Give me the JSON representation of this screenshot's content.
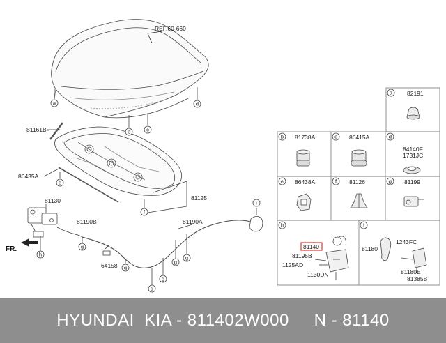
{
  "diagram": {
    "ref_label": "REF.60-660",
    "front_label": "FR.",
    "highlight_color": "#e0392b",
    "callouts": {
      "a": "a",
      "b": "b",
      "c": "c",
      "d": "d",
      "e": "e",
      "f": "f",
      "g": "g",
      "h": "h",
      "i": "i"
    },
    "part_labels": {
      "p81161B": "81161B",
      "p86435A": "86435A",
      "p81125": "81125",
      "p81130": "81130",
      "p81190B": "81190B",
      "p81190A": "81190A",
      "p64158": "64158"
    },
    "cells": {
      "a": {
        "letter": "a",
        "parts": [
          "82191"
        ]
      },
      "b": {
        "letter": "b",
        "parts": [
          "81738A"
        ]
      },
      "c": {
        "letter": "c",
        "parts": [
          "86415A"
        ]
      },
      "d": {
        "letter": "d",
        "parts": [
          "84140F",
          "1731JC"
        ]
      },
      "e": {
        "letter": "e",
        "parts": [
          "86438A"
        ]
      },
      "f": {
        "letter": "f",
        "parts": [
          "81126"
        ]
      },
      "g": {
        "letter": "g",
        "parts": [
          "81199"
        ]
      },
      "h": {
        "letter": "h",
        "parts": [
          "81140",
          "81195B",
          "1125AD",
          "1130DN"
        ]
      },
      "i": {
        "letter": "i",
        "parts": [
          "81180",
          "1243FC",
          "81180E",
          "81385B"
        ]
      }
    }
  },
  "footer": {
    "text": "HYUNDAI  KIA - 811402W000     N - 81140",
    "background": "#8e8e8e"
  }
}
